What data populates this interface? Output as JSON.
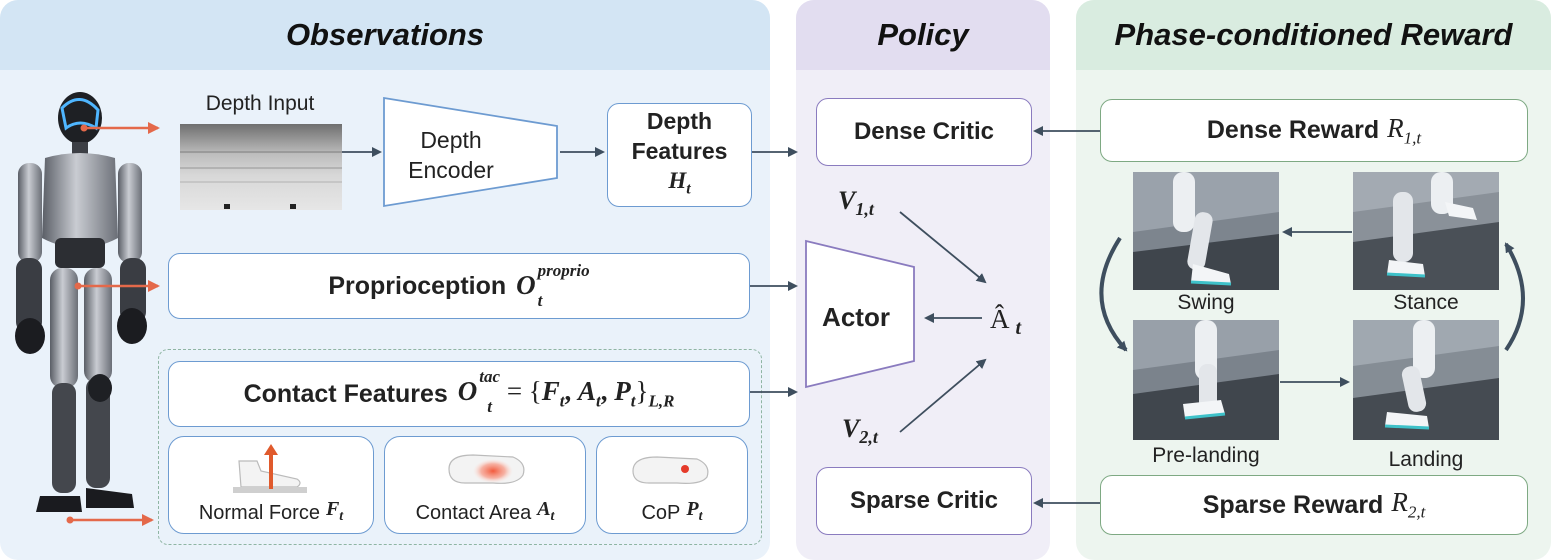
{
  "panels": {
    "observations": "Observations",
    "policy": "Policy",
    "reward": "Phase-conditioned Reward"
  },
  "observations": {
    "depth_input_label": "Depth Input",
    "depth_encoder": [
      "Depth",
      "Encoder"
    ],
    "depth_features": [
      "Depth",
      "Features"
    ],
    "depth_features_symbol": "H",
    "depth_features_sub": "t",
    "proprioception_label": "Proprioception",
    "proprioception_symbol": "O",
    "proprioception_sup": "proprio",
    "proprioception_sub": "t",
    "contact_label": "Contact Features",
    "contact_symbol": "O",
    "contact_sup": "tac",
    "contact_sub": "t",
    "contact_formula": "= {F",
    "contact_formula_parts": {
      "F": "F",
      "A": "A",
      "P": "P",
      "t": "t",
      "lr": "L,R"
    },
    "cards": [
      {
        "label": "Normal Force",
        "symbol": "F",
        "sub": "t"
      },
      {
        "label": "Contact Area",
        "symbol": "A",
        "sub": "t"
      },
      {
        "label": "CoP",
        "symbol": "P",
        "sub": "t"
      }
    ]
  },
  "policy": {
    "dense_critic": "Dense Critic",
    "sparse_critic": "Sparse Critic",
    "actor": "Actor",
    "v1": "V",
    "v1_sub": "1,t",
    "v2": "V",
    "v2_sub": "2,t",
    "advantage": "Â",
    "advantage_sub": "t"
  },
  "reward": {
    "dense_reward": "Dense Reward",
    "dense_symbol": "R",
    "dense_sub": "1,t",
    "sparse_reward": "Sparse Reward",
    "sparse_symbol": "R",
    "sparse_sub": "2,t",
    "phases": [
      "Swing",
      "Stance",
      "Pre-landing",
      "Landing"
    ]
  },
  "colors": {
    "observations_bg": "#eaf2fa",
    "observations_head": "#d3e5f4",
    "policy_bg": "#f0eef7",
    "policy_head": "#e2ddf0",
    "reward_bg": "#edf5ef",
    "reward_head": "#d9ece0",
    "arrow_dark": "#3e4e5e",
    "arrow_red": "#e4694a"
  }
}
